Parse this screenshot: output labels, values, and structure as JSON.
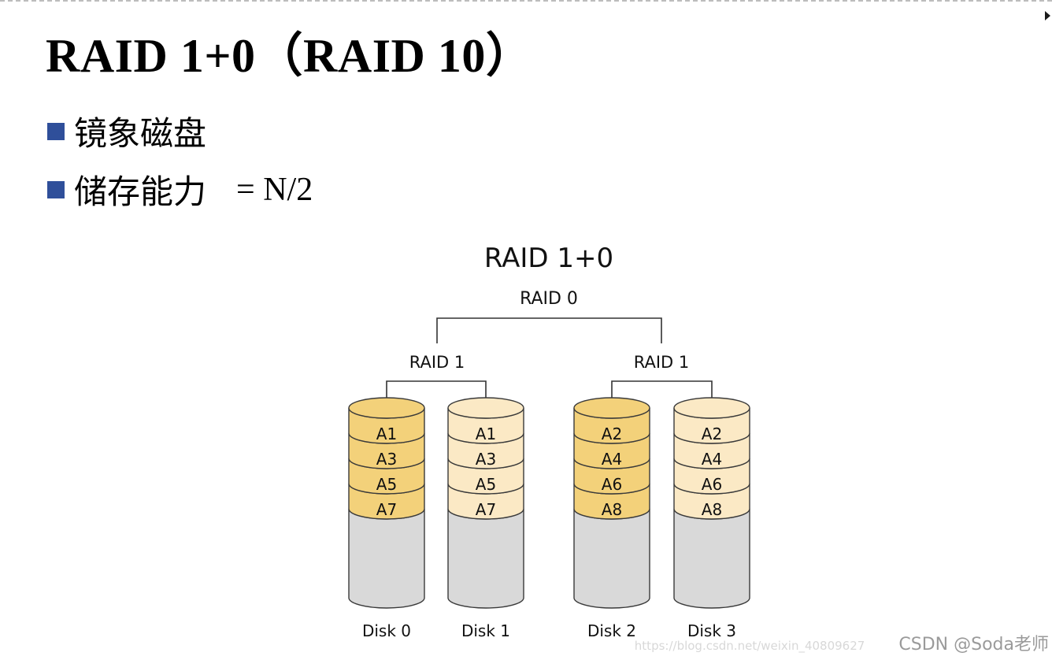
{
  "slide": {
    "title": "RAID 1+0（RAID 10）",
    "bullets": [
      {
        "label": "镜象磁盘",
        "value": ""
      },
      {
        "label": "储存能力",
        "value": "= N/2"
      }
    ]
  },
  "diagram": {
    "title": "RAID 1+0",
    "top_level_label": "RAID 0",
    "groups": [
      {
        "label": "RAID 1"
      },
      {
        "label": "RAID 1"
      }
    ],
    "disks": [
      {
        "name": "Disk 0",
        "blocks": [
          "A1",
          "A3",
          "A5",
          "A7"
        ],
        "tone": "primary"
      },
      {
        "name": "Disk 1",
        "blocks": [
          "A1",
          "A3",
          "A5",
          "A7"
        ],
        "tone": "mirror"
      },
      {
        "name": "Disk 2",
        "blocks": [
          "A2",
          "A4",
          "A6",
          "A8"
        ],
        "tone": "primary"
      },
      {
        "name": "Disk 3",
        "blocks": [
          "A2",
          "A4",
          "A6",
          "A8"
        ],
        "tone": "mirror"
      }
    ],
    "colors": {
      "primary_fill": "#f3d17a",
      "mirror_fill": "#fbe9c5",
      "empty_fill": "#d9d9d9",
      "outline": "#3a3a3a"
    }
  },
  "watermark": {
    "url": "https://blog.csdn.net/weixin_40809627",
    "brand": "CSDN @Soda老师"
  }
}
